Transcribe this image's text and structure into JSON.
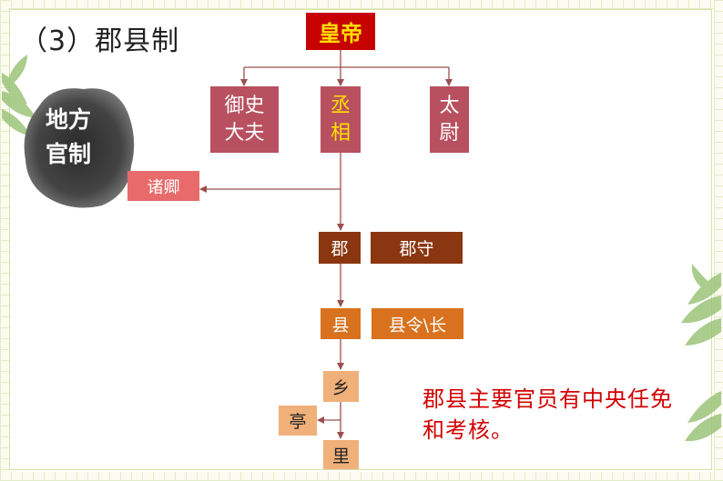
{
  "title": "（3）郡县制",
  "ink_label": {
    "line1": "地方",
    "line2": "官制"
  },
  "nodes": {
    "emperor": "皇帝",
    "censor_line1": "御史",
    "censor_line2": "大夫",
    "chancellor_line1": "丞",
    "chancellor_line2": "相",
    "commandant_line1": "太",
    "commandant_line2": "尉",
    "ministers": "诸卿",
    "commandery": "郡",
    "commandery_official": "郡守",
    "county": "县",
    "county_official": "县令\\长",
    "township": "乡",
    "pavilion": "亭",
    "village": "里"
  },
  "note": "郡县主要官员有中央任免和考核。",
  "colors": {
    "emperor": "#c70000",
    "minister": "#b85060",
    "ministers_box": "#e86a6a",
    "commandery": "#8a3610",
    "county": "#d8721e",
    "grassroots": "#f0b07a",
    "note": "#d20000"
  }
}
